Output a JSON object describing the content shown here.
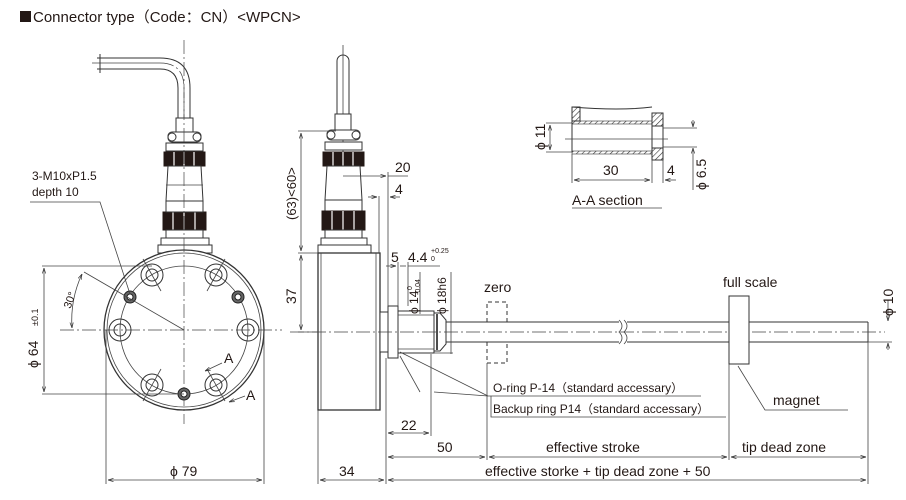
{
  "title": "Connector type（Code：CN）<WPCN>",
  "front_view": {
    "thread_callout_line1": "3-M10xP1.5",
    "thread_callout_line2": "depth 10",
    "angle": "30°",
    "pcd": "ϕ 64",
    "pcd_tol": "±0.1",
    "outer_diameter": "ϕ 79",
    "section_mark": "A"
  },
  "side_view": {
    "connector_height": "(63)<60>",
    "body_height": "37",
    "dim_20": "20",
    "dim_4": "4",
    "dim_5": "5",
    "dim_4_4": "4.4",
    "dim_4_4_tol_upper": "+0.25",
    "dim_4_4_tol_lower": "0",
    "dia_14": "ϕ 14",
    "dia_14_tol_upper": "0",
    "dia_14_tol_lower": "-0.04",
    "dia_18": "ϕ 18h6",
    "body_width": "34",
    "dim_22": "22",
    "dim_50": "50",
    "zero_label": "zero",
    "full_scale_label": "full scale",
    "rod_diameter": "ϕ 10",
    "magnet_label": "magnet",
    "oring_label": "O-ring P-14（standard accessary）",
    "backup_label": "Backup ring P14（standard accessary）",
    "effective_stroke": "effective stroke",
    "tip_dead_zone": "tip dead zone",
    "total_length": "effective storke + tip dead zone + 50"
  },
  "section_view": {
    "inner_diameter": "ϕ 11",
    "length": "30",
    "end_thickness": "4",
    "hole_diameter": "ϕ 6.5",
    "label": "A-A section"
  }
}
